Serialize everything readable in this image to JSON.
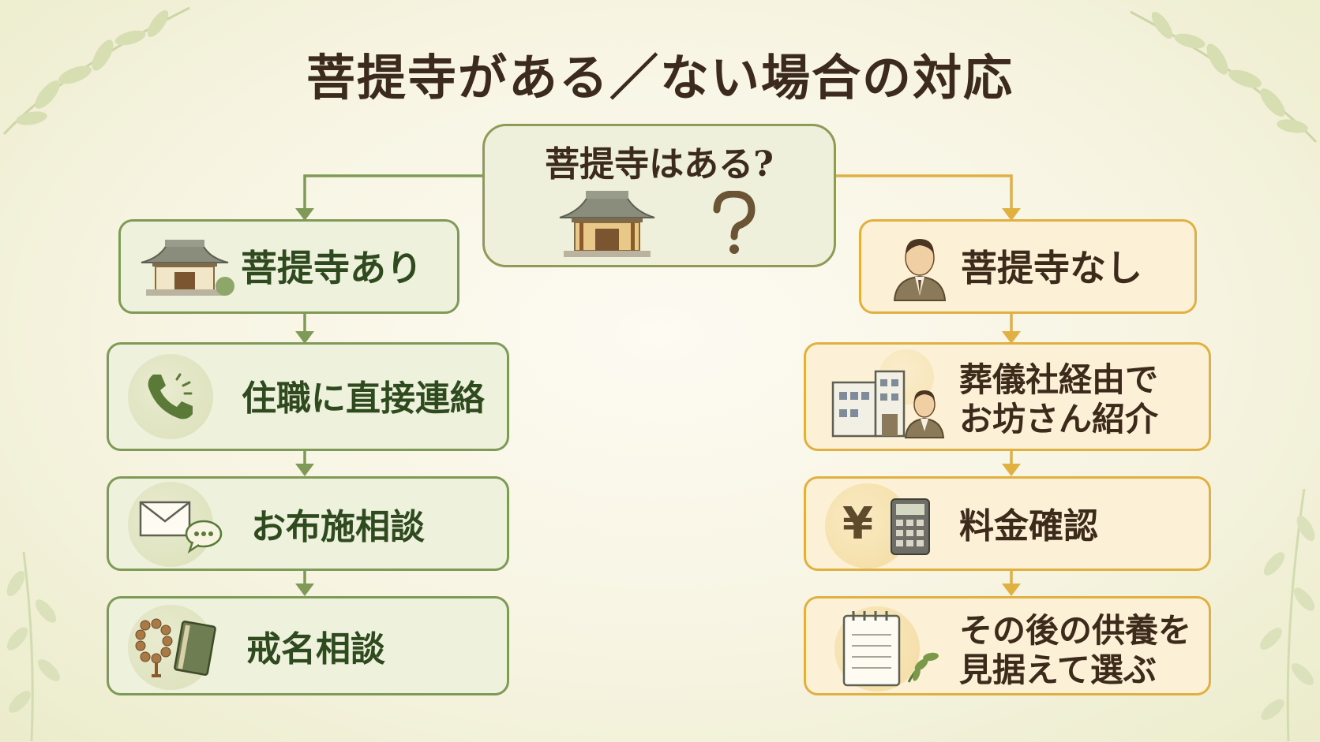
{
  "title": "菩提寺がある／ない場合の対応",
  "question": {
    "label": "菩提寺はある?"
  },
  "left": {
    "header": "菩提寺あり",
    "steps": [
      "住職に直接連絡",
      "お布施相談",
      "戒名相談"
    ]
  },
  "right": {
    "header": "菩提寺なし",
    "steps": [
      {
        "line1": "葬儀社経由で",
        "line2": "お坊さん紹介"
      },
      {
        "line1": "料金確認"
      },
      {
        "line1": "その後の供養を",
        "line2": "見据えて選ぶ"
      }
    ]
  },
  "icons": {
    "question": [
      "temple-icon",
      "question-mark-icon"
    ],
    "left": [
      "temple-icon",
      "phone-icon",
      "envelope-chat-icon",
      "prayer-beads-book-icon"
    ],
    "right": [
      "staff-person-icon",
      "funeral-hall-staff-icon",
      "yen-calculator-icon",
      "notepad-leaf-icon"
    ]
  },
  "colors": {
    "left_accent": "#7f9a57",
    "right_accent": "#e0b041",
    "title": "#3b2a1d"
  }
}
